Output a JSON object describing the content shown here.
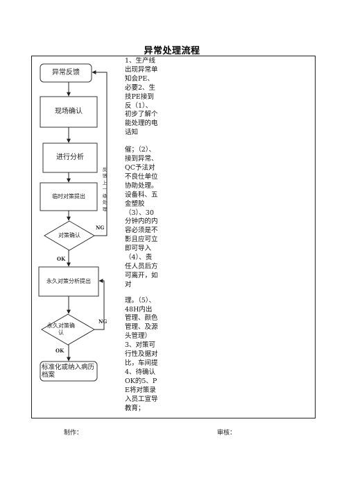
{
  "title": "异常处理流程",
  "nodes": {
    "feedback": "异常反馈",
    "onsite": "现场确认",
    "analysis": "进行分析",
    "temp": "临时对策提出",
    "confirm": "对策确认",
    "permanent": "永久对策分析提出",
    "perm_confirm": "永久对策确认",
    "standard": "标准化或纳入病历档案"
  },
  "side_note": "反馈上一级处理",
  "edge_labels": {
    "ng1": "NG",
    "ok1": "OK",
    "ng2": "NG",
    "ok2": "OK"
  },
  "notes": [
    "1、生产线出现异常单知会PE、必要2、生技PE接到反（1）、初步了解个能处理的电话知",
    "催；（2）、接到异常、QC予法对不良仕单位协助处理。设备科、五金塑胶（3）、30分钟内的内容必须是不影且应可立即可导入（4）、责任人员后方可离开，如对",
    "理。（5）、48H内出管理、颜色管理、及源头管理）",
    "3、对策可行性及据对比，车间提4、待确认OK的5、PE将对策录入员工宣导教育；"
  ],
  "footer": {
    "maker": "制作：",
    "reviewer": "审核："
  }
}
